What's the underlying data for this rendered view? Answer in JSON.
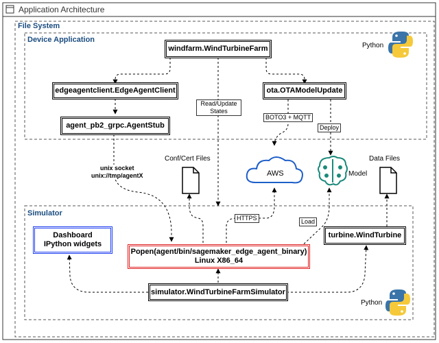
{
  "header": {
    "title": "Application Architecture"
  },
  "groups": {
    "file_system": "File System",
    "device_application": "Device Application",
    "simulator": "Simulator"
  },
  "nodes": {
    "windfarm": "windfarm.WindTurbineFarm",
    "edgeagentclient": "edgeagentclient.EdgeAgentClient",
    "ota": "ota.OTAModelUpdate",
    "agent_stub": "agent_pb2_grpc.AgentStub",
    "dashboard_line1": "Dashboard",
    "dashboard_line2": "IPython widgets",
    "popen_line1": "Popen(agent/bin/sagemaker_edge_agent_binary)",
    "popen_line2": "Linux X86_64",
    "turbine": "turbine.WindTurbine",
    "simulator_node": "simulator.WindTurbineFarmSimulator"
  },
  "edge_labels": {
    "read_update_1": "Read/Update",
    "read_update_2": "States",
    "boto3_mqtt": "BOTO3 + MQTT",
    "deploy": "Deploy",
    "unix_socket_1": "unix socket",
    "unix_socket_2": "unix://tmp/agentX",
    "https": "HTTPS",
    "load": "Load"
  },
  "resources": {
    "conf_cert": "Conf/Cert Files",
    "aws": "AWS",
    "model": "Model",
    "data_files": "Data Files"
  },
  "python_labels": {
    "top": "Python",
    "bottom": "Python"
  },
  "colors": {
    "group_title": "#1a4c7f",
    "aws_blue": "#1d5ec9",
    "model_teal": "#1b8a7a",
    "popen_border": "#e02020",
    "dashboard_border": "#1f3ff0",
    "python_blue": "#3a74a8",
    "python_yellow": "#f5c93a"
  }
}
